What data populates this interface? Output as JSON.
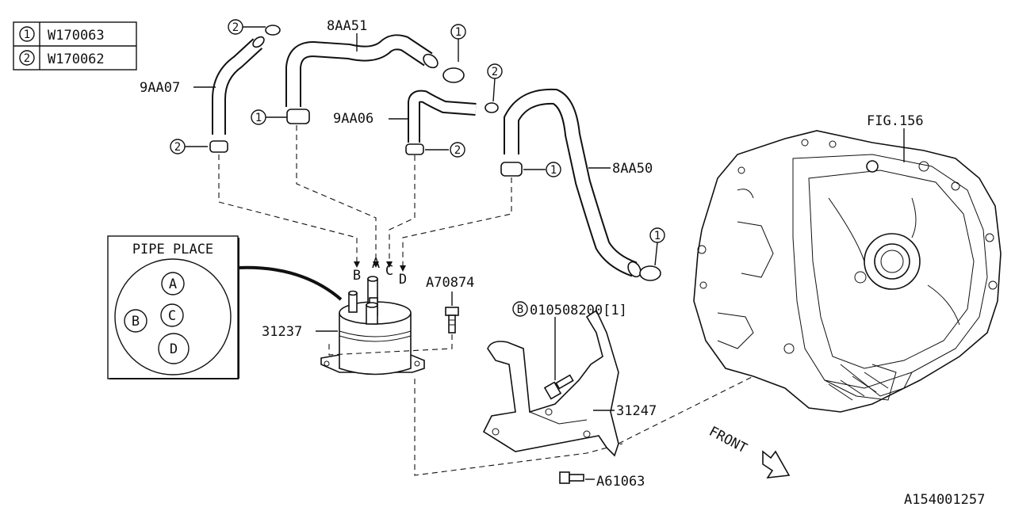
{
  "legend": [
    {
      "marker": "1",
      "code": "W170063"
    },
    {
      "marker": "2",
      "code": "W170062"
    }
  ],
  "labels": {
    "hose_9aa07": "9AA07",
    "hose_8aa51": "8AA51",
    "hose_9aa06": "9AA06",
    "hose_8aa50": "8AA50",
    "bolt_a70874": "A70874",
    "cooler_31237": "31237",
    "bracket_31247": "31247",
    "bolt_a61063": "A61063",
    "bolt_b_part": "010508200[1]",
    "bolt_b_marker": "B",
    "fig_ref": "FIG.156",
    "front": "FRONT",
    "diagram_id": "A154001257"
  },
  "markers": {
    "one": "1",
    "two": "2"
  },
  "ports": {
    "a": "A",
    "b": "B",
    "c": "C",
    "d": "D"
  },
  "pipe_place": {
    "title": "PIPE PLACE",
    "a": "A",
    "b": "B",
    "c": "C",
    "d": "D"
  }
}
